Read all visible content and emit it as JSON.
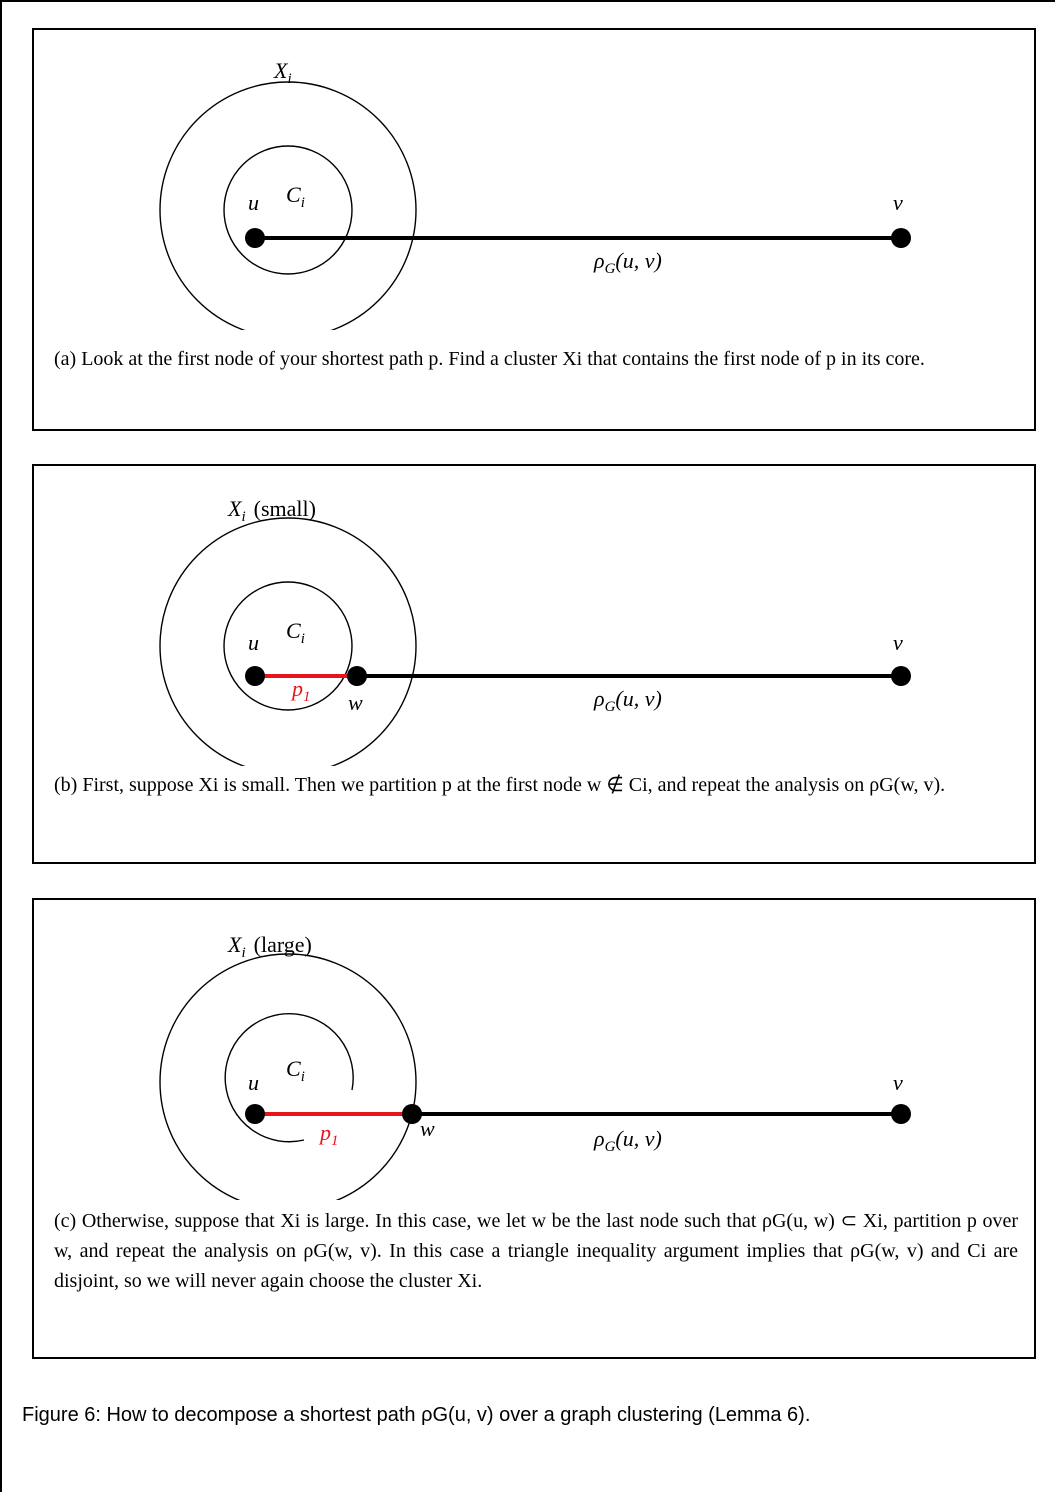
{
  "panels": {
    "a": {
      "cluster_label": "X",
      "cluster_sub": "i",
      "cluster_note": "",
      "core_label": "C",
      "core_sub": "i",
      "start_node": "u",
      "end_node": "v",
      "path_label_main": "ρ",
      "path_label_sub": "G",
      "path_label_args": "(u, v)",
      "caption": "(a) Look at the first node of your shortest path p. Find a cluster Xi that contains the first node of p in its core."
    },
    "b": {
      "cluster_label": "X",
      "cluster_sub": "i",
      "cluster_note": "(small)",
      "core_label": "C",
      "core_sub": "i",
      "start_node": "u",
      "mid_node": "w",
      "end_node": "v",
      "segment_label": "p",
      "segment_sub": "1",
      "path_label_main": "ρ",
      "path_label_sub": "G",
      "path_label_args": "(u, v)",
      "caption": "(b) First, suppose Xi is small. Then we partition p at the first node w ∉ Ci, and repeat the analysis on ρG(w, v)."
    },
    "c": {
      "cluster_label": "X",
      "cluster_sub": "i",
      "cluster_note": "(large)",
      "core_label": "C",
      "core_sub": "i",
      "start_node": "u",
      "mid_node": "w",
      "end_node": "v",
      "segment_label": "p",
      "segment_sub": "1",
      "path_label_main": "ρ",
      "path_label_sub": "G",
      "path_label_args": "(u, v)",
      "caption": "(c) Otherwise, suppose that Xi is large. In this case, we let w be the last node such that ρG(u, w) ⊂ Xi, partition p over w, and repeat the analysis on ρG(w, v). In this case a triangle inequality argument implies that ρG(w, v) and Ci are disjoint, so we will never again choose the cluster Xi."
    }
  },
  "figure_caption": "Figure 6: How to decompose a shortest path ρG(u, v) over a graph clustering (Lemma 6).",
  "colors": {
    "segment": "#e8141c",
    "ink": "#000000"
  }
}
